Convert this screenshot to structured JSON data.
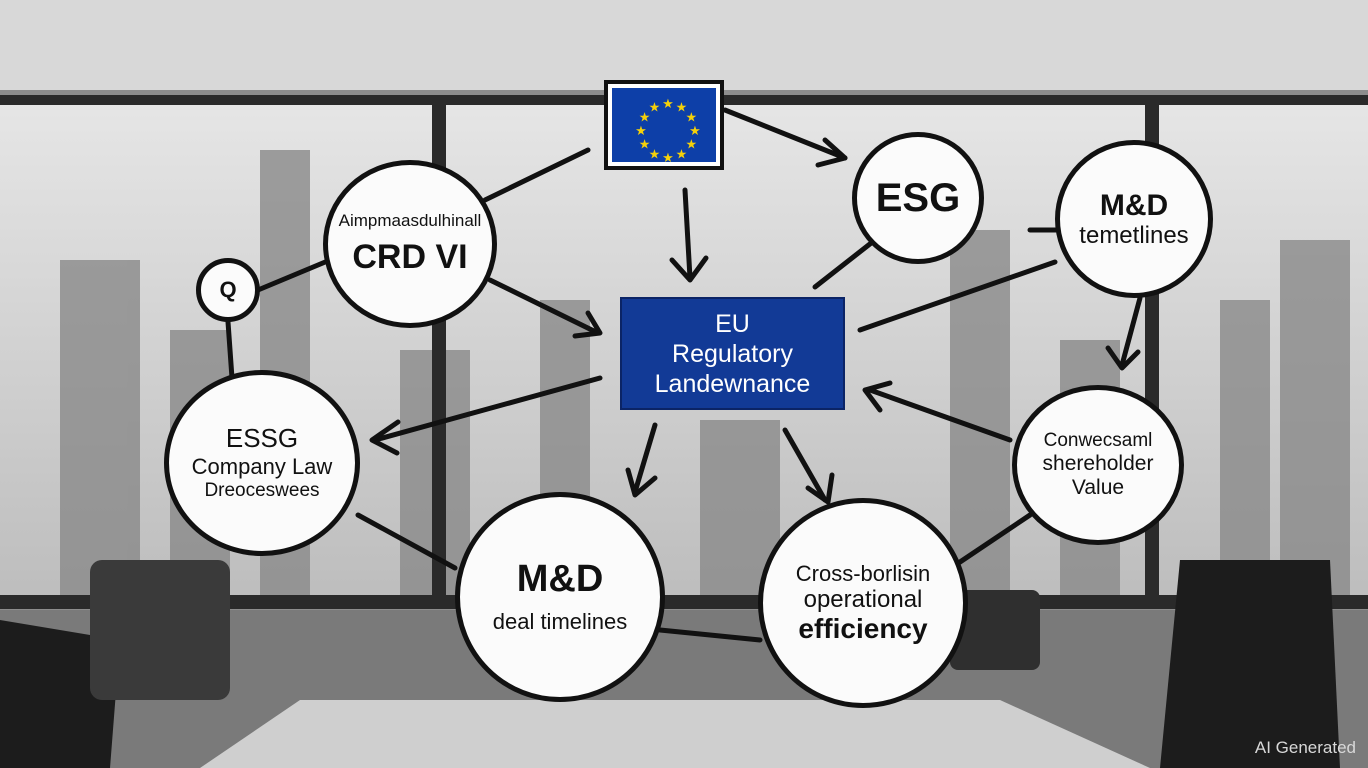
{
  "flag": {
    "icon": "eu-flag-icon",
    "star_color": "#f5d10a",
    "field_color": "#0d3fa8"
  },
  "center": {
    "lines": [
      "EU",
      "Regulatory",
      "Landewnance"
    ],
    "color": "#123a96"
  },
  "nodes": {
    "crd": {
      "sub": "Aimpmaasdulhinall",
      "title": "CRD VI"
    },
    "q": {
      "label": "Q"
    },
    "esg": {
      "title": "ESG"
    },
    "md_top": {
      "title": "M&D",
      "sub": "temetlines"
    },
    "essg": {
      "title": "ESSG",
      "line1": "Company Law",
      "line2": "Dreoceswees"
    },
    "md_deal": {
      "title": "M&D",
      "sub": "deal timelines"
    },
    "cross": {
      "line1": "Cross-borlisin",
      "line2": "operational",
      "line3": "efficiency"
    },
    "share": {
      "line1": "Conwecsaml",
      "line2": "shereholder",
      "line3": "Value"
    }
  },
  "watermark": "AI Generated"
}
